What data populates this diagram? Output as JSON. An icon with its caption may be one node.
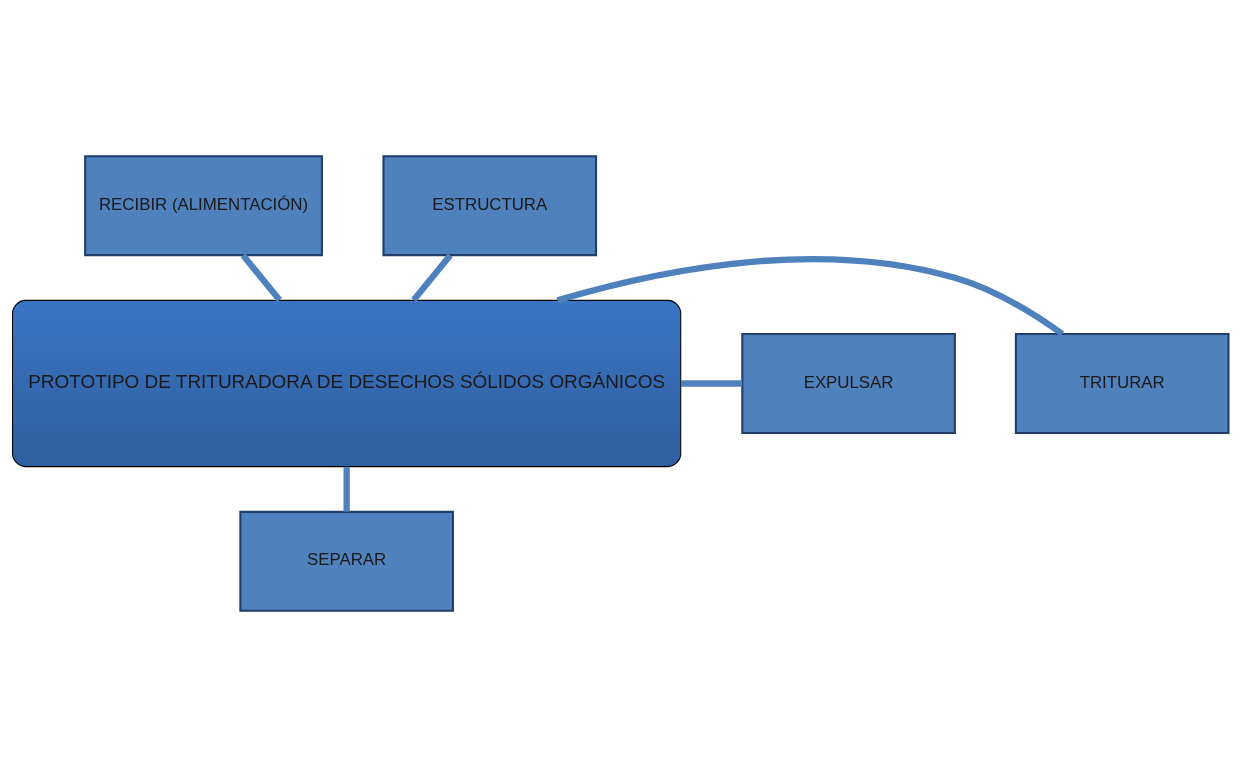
{
  "diagram": {
    "nodes": [
      {
        "text": [
          "PROTOTIPO DE TRITURADORA DE DESECHOS SÓLIDOS ORGÁNICOS"
        ]
      },
      {
        "text": [
          "RECIBIR (ALIMENTACIÓN)"
        ]
      },
      {
        "text": [
          "ESTRUCTURA"
        ]
      },
      {
        "text": [
          "TRITURAR"
        ]
      },
      {
        "text": [
          "EXPULSAR"
        ]
      },
      {
        "text": [
          "SEPARAR"
        ]
      }
    ],
    "edges": [
      {
        "from": 0,
        "to": 1,
        "arrow": "none"
      },
      {
        "from": 0,
        "to": 2,
        "arrow": "none"
      },
      {
        "from": 0,
        "to": 3,
        "arrow": "none"
      },
      {
        "from": 0,
        "to": 4,
        "arrow": "none"
      },
      {
        "from": 0,
        "to": 5,
        "arrow": "none"
      }
    ]
  }
}
